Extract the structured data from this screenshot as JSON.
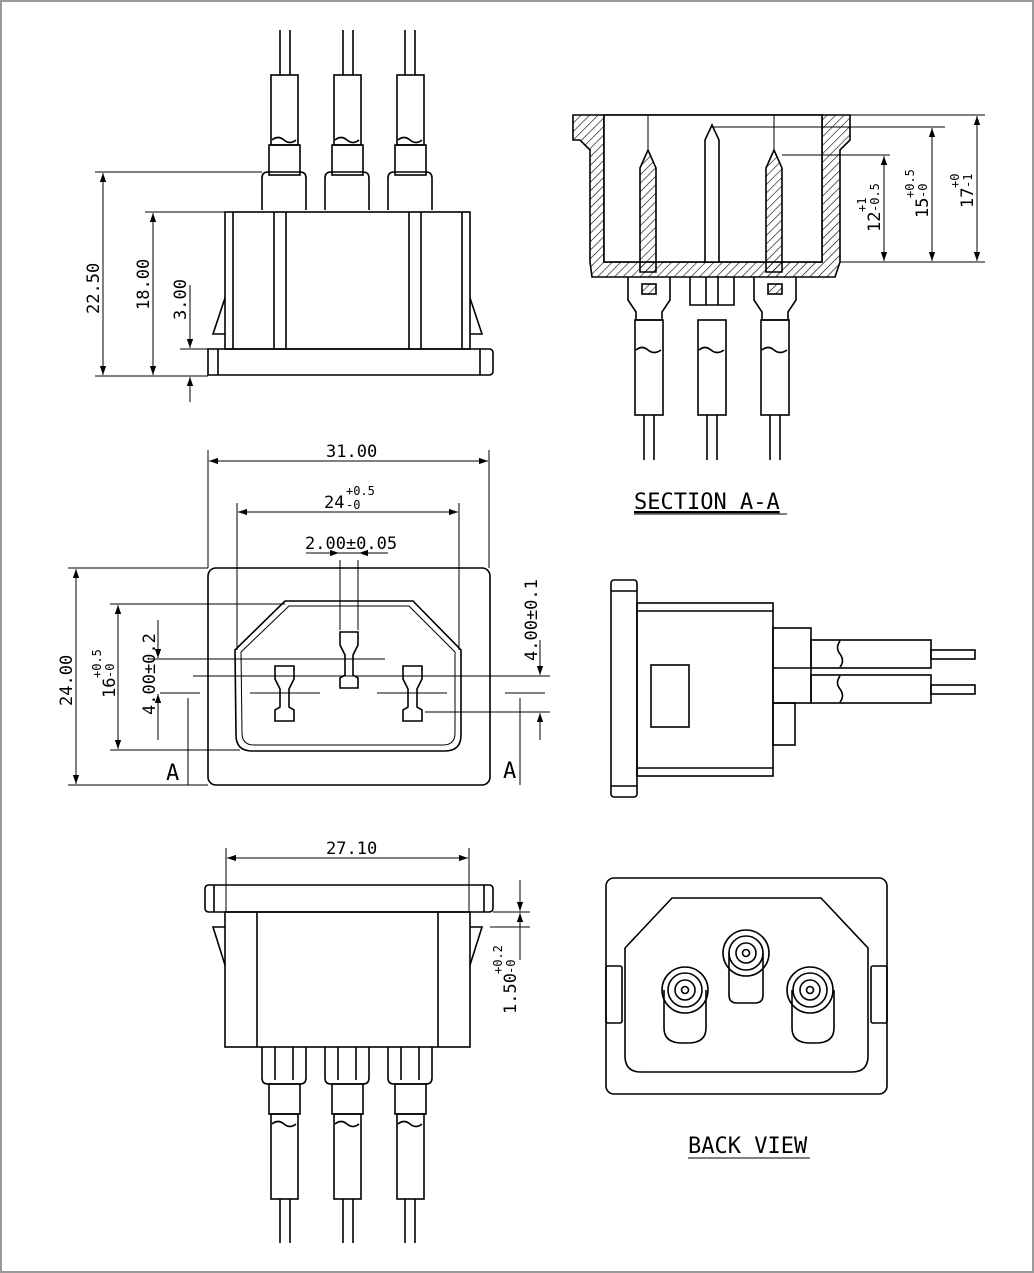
{
  "views": {
    "section": {
      "title": "SECTION A-A"
    },
    "back": {
      "title": "BACK VIEW"
    }
  },
  "dims": {
    "d22_50": "22.50",
    "d18_00": "18.00",
    "d3_00": "3.00",
    "d31_00": "31.00",
    "d24_main": "24",
    "d24_tol_up": "+0.5",
    "d24_tol_lo": "-0",
    "d2_00": "2.00±0.05",
    "d24_00": "24.00",
    "d16_main": "16",
    "d16_tol_up": "+0.5",
    "d16_tol_lo": "-0",
    "d4_00a": "4.00±0.2",
    "d4_00b": "4.00±0.1",
    "d27_10": "27.10",
    "d1_50_main": "1.50",
    "d1_50_tol_up": "+0.2",
    "d1_50_tol_lo": "-0",
    "d12_main": "12",
    "d12_tol_up": "+1",
    "d12_tol_lo": "-0.5",
    "d15_main": "15",
    "d15_tol_up": "+0.5",
    "d15_tol_lo": "-0",
    "d17_main": "17",
    "d17_tol_up": "+0",
    "d17_tol_lo": "-1"
  },
  "section_marks": {
    "left": "A",
    "right": "A"
  }
}
